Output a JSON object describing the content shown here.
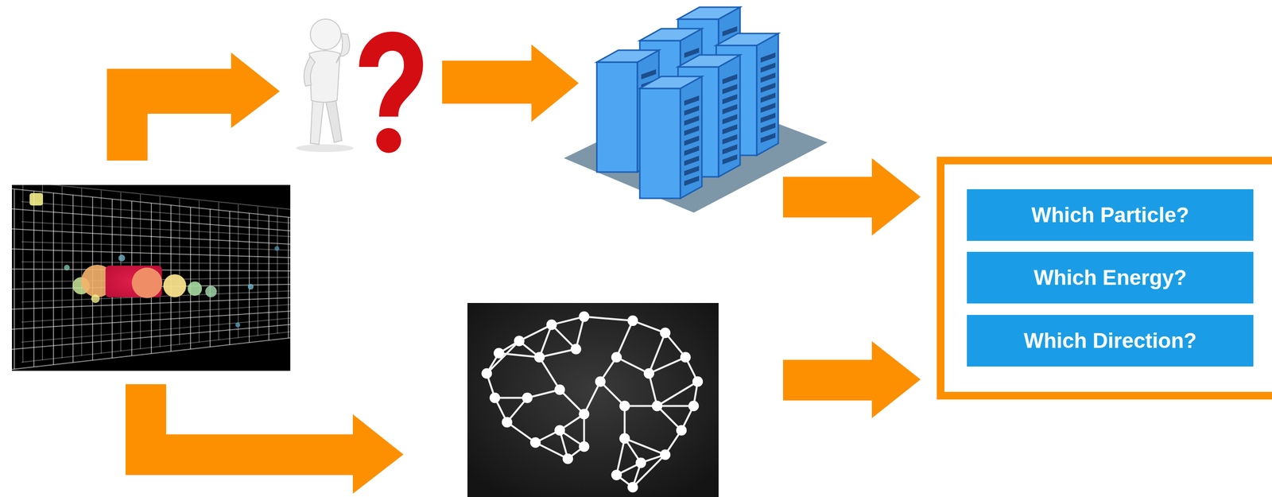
{
  "diagram": {
    "nodes": [
      {
        "text": [
          "Which Particle?"
        ]
      },
      {
        "text": [
          "Which Energy?"
        ]
      },
      {
        "text": [
          "Which Direction?"
        ]
      }
    ]
  }
}
